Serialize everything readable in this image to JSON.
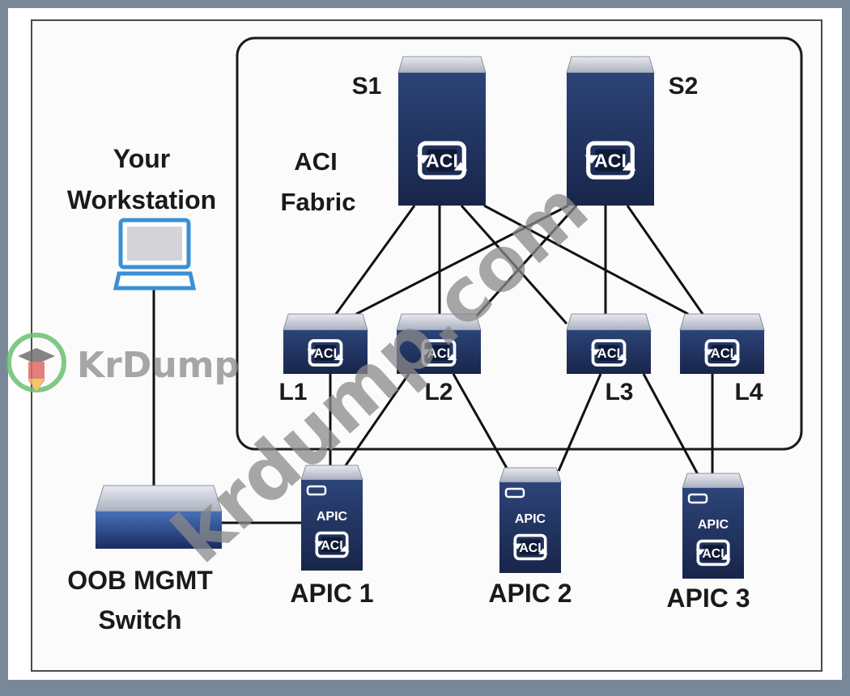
{
  "diagram": {
    "fabric_label_line1": "ACI",
    "fabric_label_line2": "Fabric",
    "workstation_label_line1": "Your",
    "workstation_label_line2": "Workstation",
    "oob_label_line1": "OOB MGMT",
    "oob_label_line2": "Switch",
    "icon_text": "ACI",
    "apic_badge_text": "APIC",
    "spines": [
      {
        "id": "S1",
        "label": "S1"
      },
      {
        "id": "S2",
        "label": "S2"
      }
    ],
    "leaves": [
      {
        "id": "L1",
        "label": "L1"
      },
      {
        "id": "L2",
        "label": "L2"
      },
      {
        "id": "L3",
        "label": "L3"
      },
      {
        "id": "L4",
        "label": "L4"
      }
    ],
    "apics": [
      {
        "id": "APIC1",
        "label": "APIC 1"
      },
      {
        "id": "APIC2",
        "label": "APIC 2"
      },
      {
        "id": "APIC3",
        "label": "APIC 3"
      }
    ],
    "links": [
      [
        "S1",
        "L1"
      ],
      [
        "S1",
        "L2"
      ],
      [
        "S1",
        "L3"
      ],
      [
        "S1",
        "L4"
      ],
      [
        "S2",
        "L1"
      ],
      [
        "S2",
        "L2"
      ],
      [
        "S2",
        "L3"
      ],
      [
        "S2",
        "L4"
      ],
      [
        "L1",
        "APIC1"
      ],
      [
        "L2",
        "APIC1"
      ],
      [
        "L2",
        "APIC2"
      ],
      [
        "L3",
        "APIC2"
      ],
      [
        "L3",
        "APIC3"
      ],
      [
        "L4",
        "APIC3"
      ],
      [
        "Workstation",
        "OOB"
      ],
      [
        "OOB",
        "APIC1"
      ]
    ],
    "colors": {
      "device_dark": "#1f2f55",
      "device_mid": "#2c4478",
      "device_top": "#c8ccd6",
      "laptop_blue": "#3a8fd6",
      "line": "#111111",
      "background": "#788899"
    }
  },
  "watermarks": {
    "brand": "KrDump",
    "site": "krdump.com"
  }
}
